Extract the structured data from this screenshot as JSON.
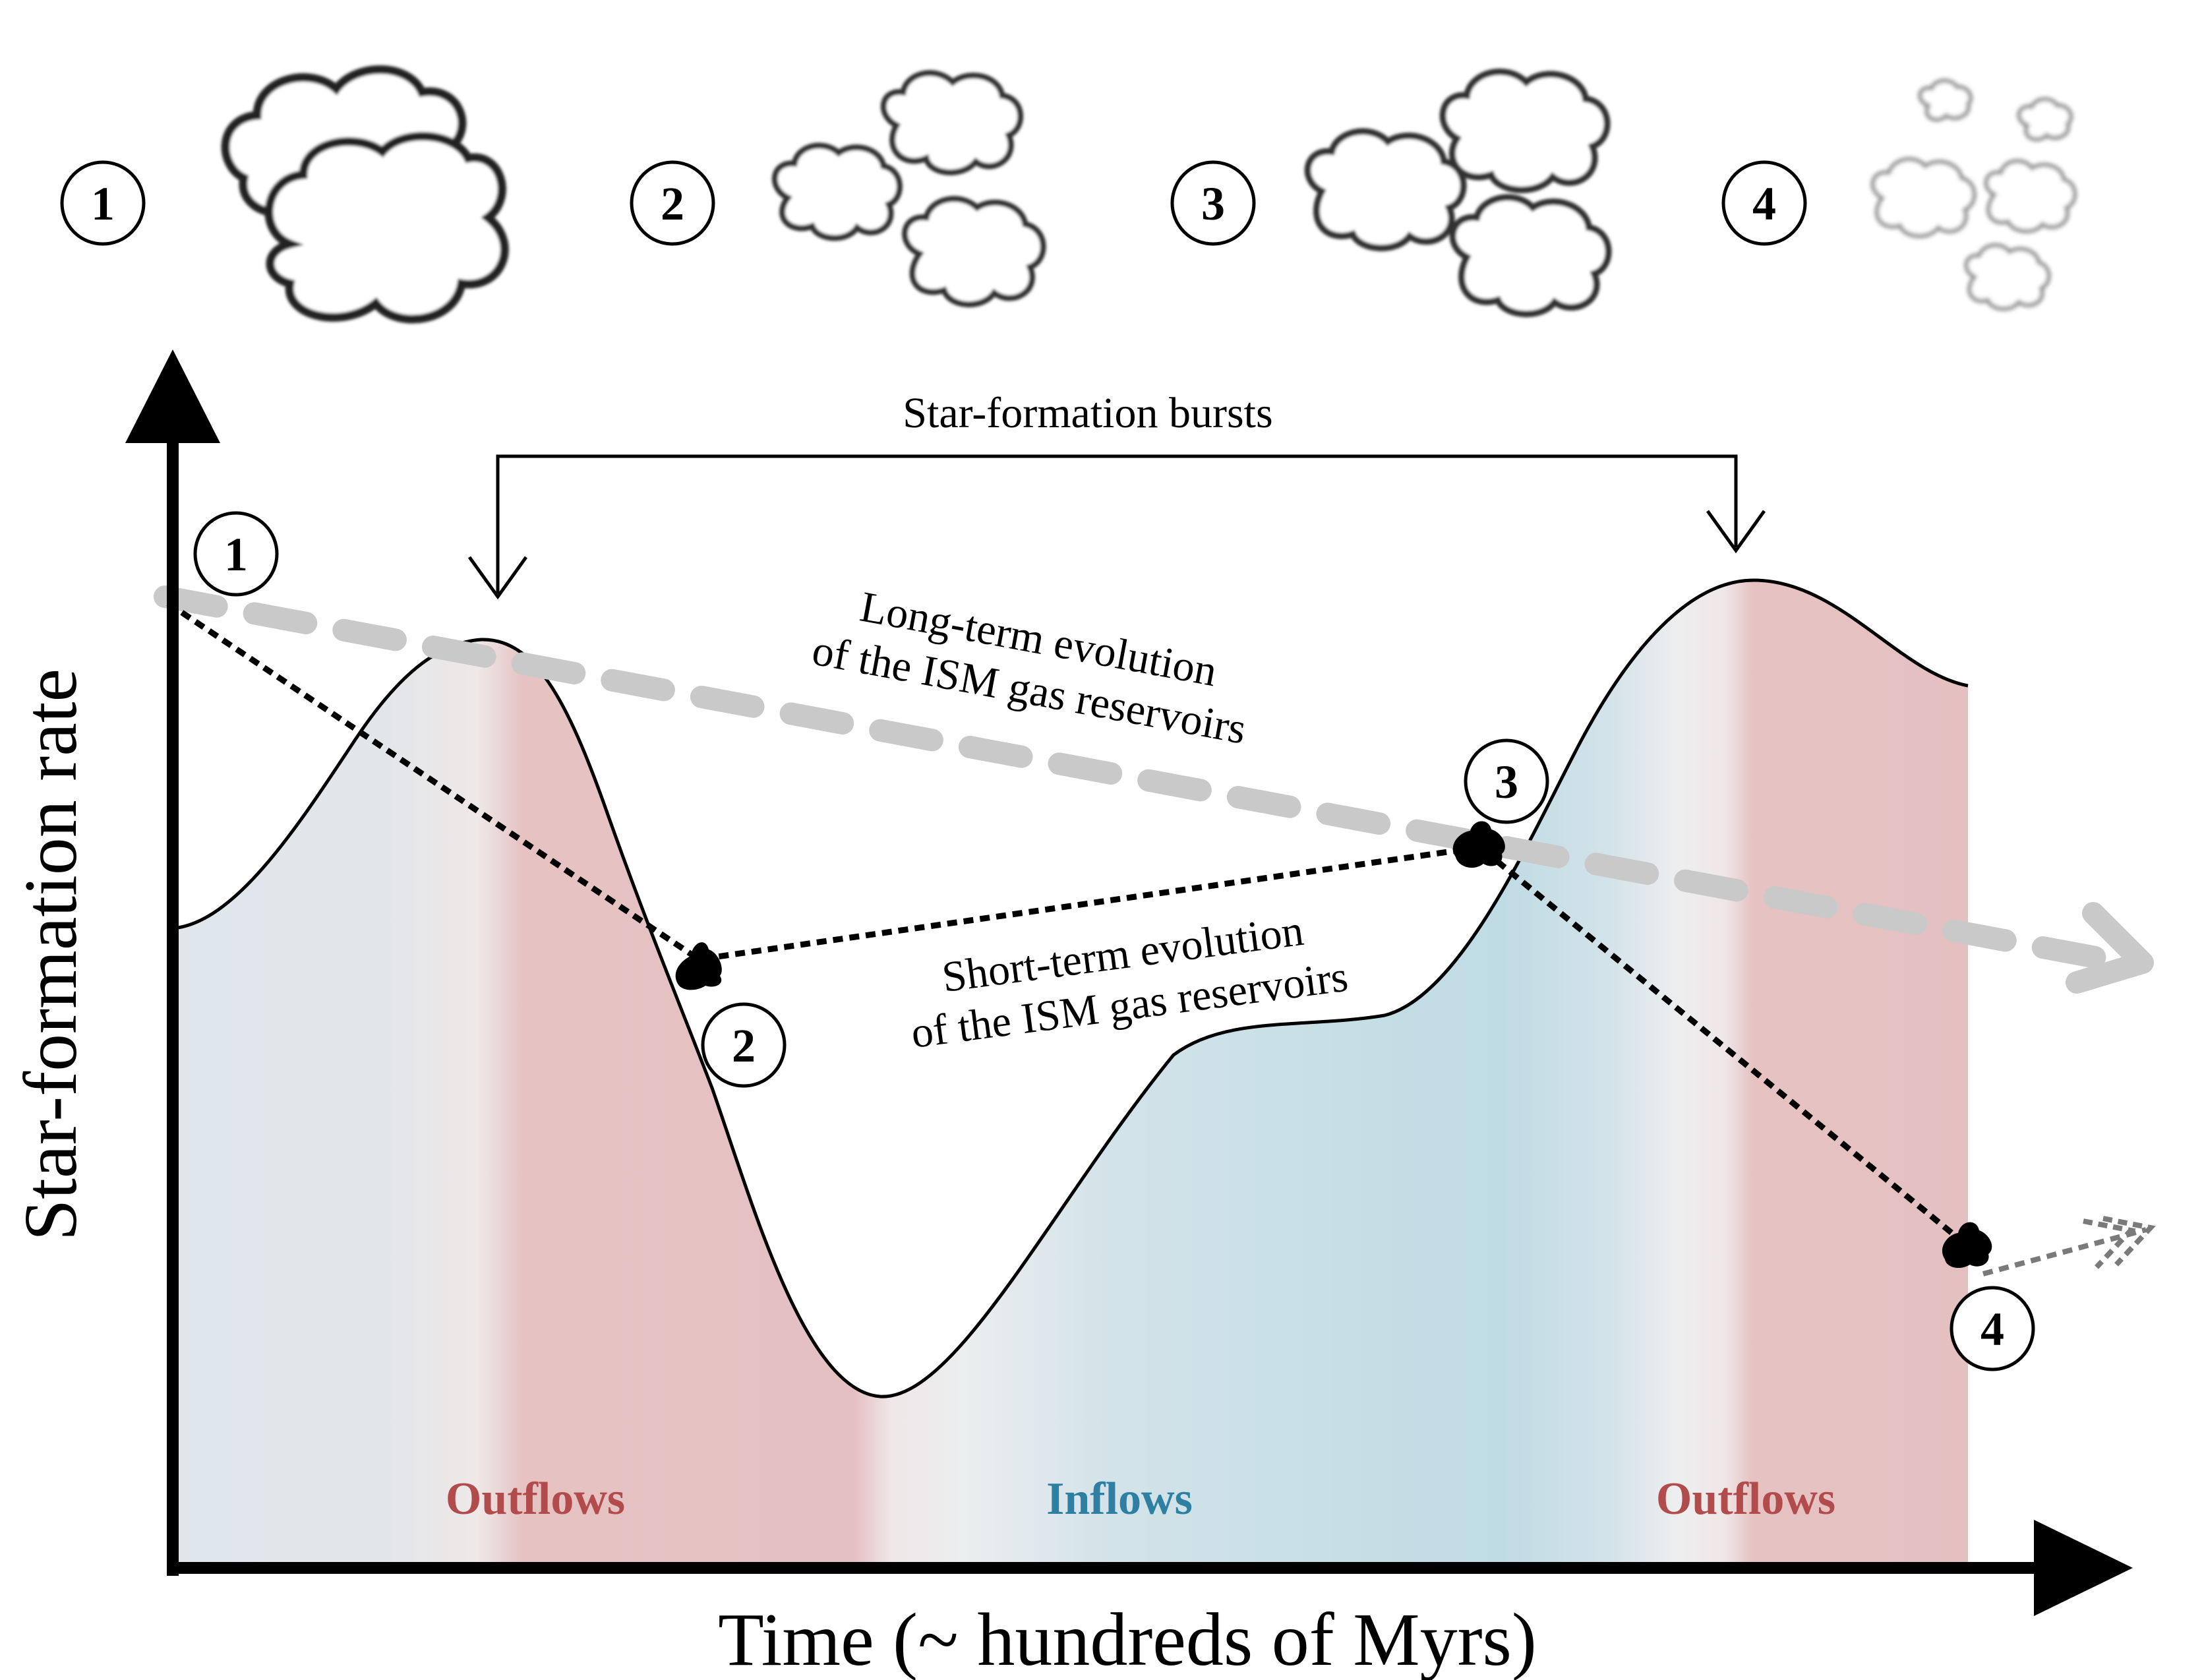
{
  "diagram": {
    "y_axis_label": "Star-formation rate",
    "x_axis_label": "Time (~ hundreds of Myrs)",
    "bursts_label": "Star-formation bursts",
    "long_term_label": [
      "Long-term evolution",
      "of the ISM gas reservoirs"
    ],
    "short_term_label": [
      "Short-term evolution",
      "of the ISM gas reservoirs"
    ],
    "stages": [
      "1",
      "2",
      "3",
      "4"
    ],
    "regions": [
      {
        "label": "Outflows",
        "kind": "outflow",
        "color": "#b24b4b"
      },
      {
        "label": "Inflows",
        "kind": "inflow",
        "color": "#2f7fa2"
      },
      {
        "label": "Outflows",
        "kind": "outflow",
        "color": "#b24b4b"
      }
    ],
    "colors": {
      "outflow_fill": "#e6c2c3",
      "inflow_fill": "#c3dde6",
      "inflow_pale": "#dde7ec",
      "long_term_arrow": "#c9c9c9",
      "short_term_path": "#000000",
      "extension_arrow": "#7a7a7a"
    }
  }
}
